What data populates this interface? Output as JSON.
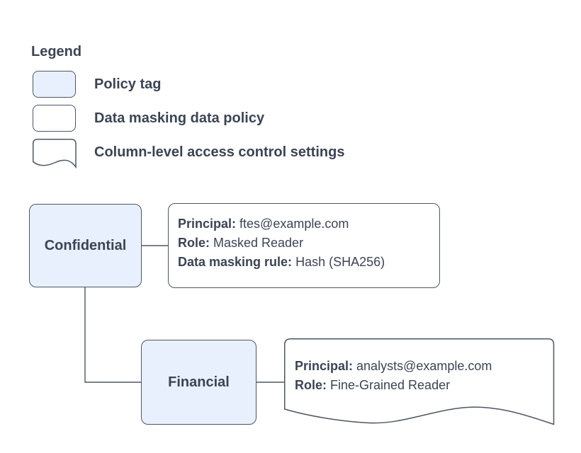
{
  "colors": {
    "background": "#ffffff",
    "policy_tag_fill": "#e8f0fe",
    "shape_border": "#4d5663",
    "text": "#3b4455",
    "connector": "#4d5663"
  },
  "legend": {
    "title": "Legend",
    "items": [
      {
        "shape": "policy-tag",
        "label": "Policy tag"
      },
      {
        "shape": "data-masking-data-policy",
        "label": "Data masking data policy"
      },
      {
        "shape": "column-level-access-control-document",
        "label": "Column-level access control settings"
      }
    ]
  },
  "diagram": {
    "nodes": [
      {
        "id": "confidential",
        "label": "Confidential"
      },
      {
        "id": "financial",
        "label": "Financial"
      }
    ],
    "policies": [
      {
        "id": "confidential-data-policy",
        "shape": "data-masking-data-policy",
        "lines": [
          {
            "label": "Principal:",
            "value": " ftes@example.com"
          },
          {
            "label": "Role:",
            "value": " Masked Reader"
          },
          {
            "label": "Data masking rule:",
            "value": " Hash (SHA256)"
          }
        ]
      },
      {
        "id": "financial-access-control-settings",
        "shape": "column-level-access-control-document",
        "lines": [
          {
            "label": "Principal:",
            "value": " analysts@example.com"
          },
          {
            "label": "Role:",
            "value": " Fine-Grained Reader"
          }
        ]
      }
    ],
    "edges": [
      {
        "from": "confidential",
        "to": "confidential-data-policy"
      },
      {
        "from": "confidential",
        "to": "financial"
      },
      {
        "from": "financial",
        "to": "financial-access-control-settings"
      }
    ]
  }
}
